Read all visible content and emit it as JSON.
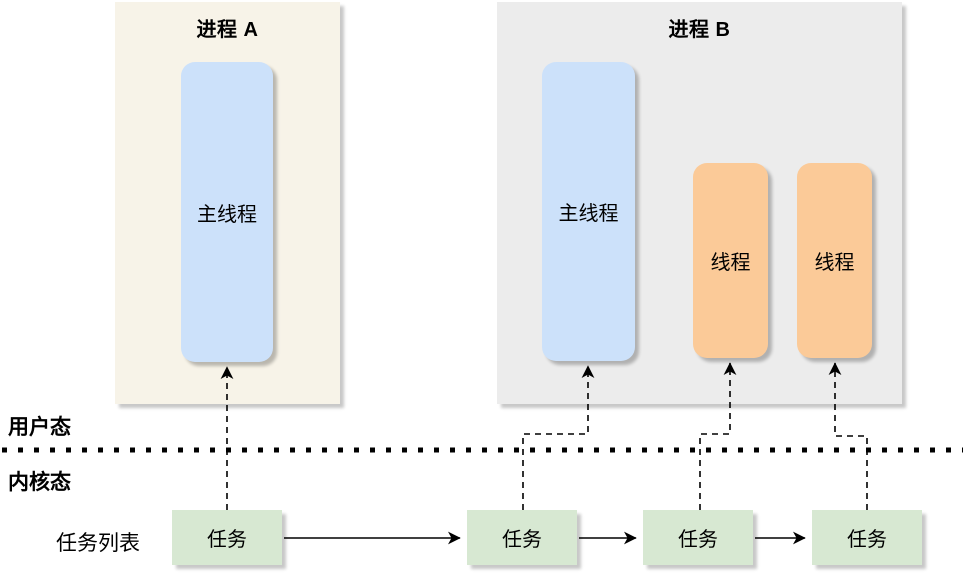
{
  "diagram": {
    "process_a": {
      "title": "进程 A",
      "main_thread_label": "主线程"
    },
    "process_b": {
      "title": "进程 B",
      "main_thread_label": "主线程",
      "thread_labels": [
        "线程",
        "线程"
      ]
    },
    "mode_labels": {
      "user": "用户态",
      "kernel": "内核态"
    },
    "task_list_label": "任务列表",
    "tasks": [
      "任务",
      "任务",
      "任务",
      "任务"
    ],
    "colors": {
      "process_a_bg": "#f7f3e8",
      "process_b_bg": "#ececec",
      "main_thread_fill": "#cce1fa",
      "thread_fill": "#fbca98",
      "task_fill": "#d7e8d2",
      "line_color": "#000000",
      "text_color": "#000000"
    }
  }
}
